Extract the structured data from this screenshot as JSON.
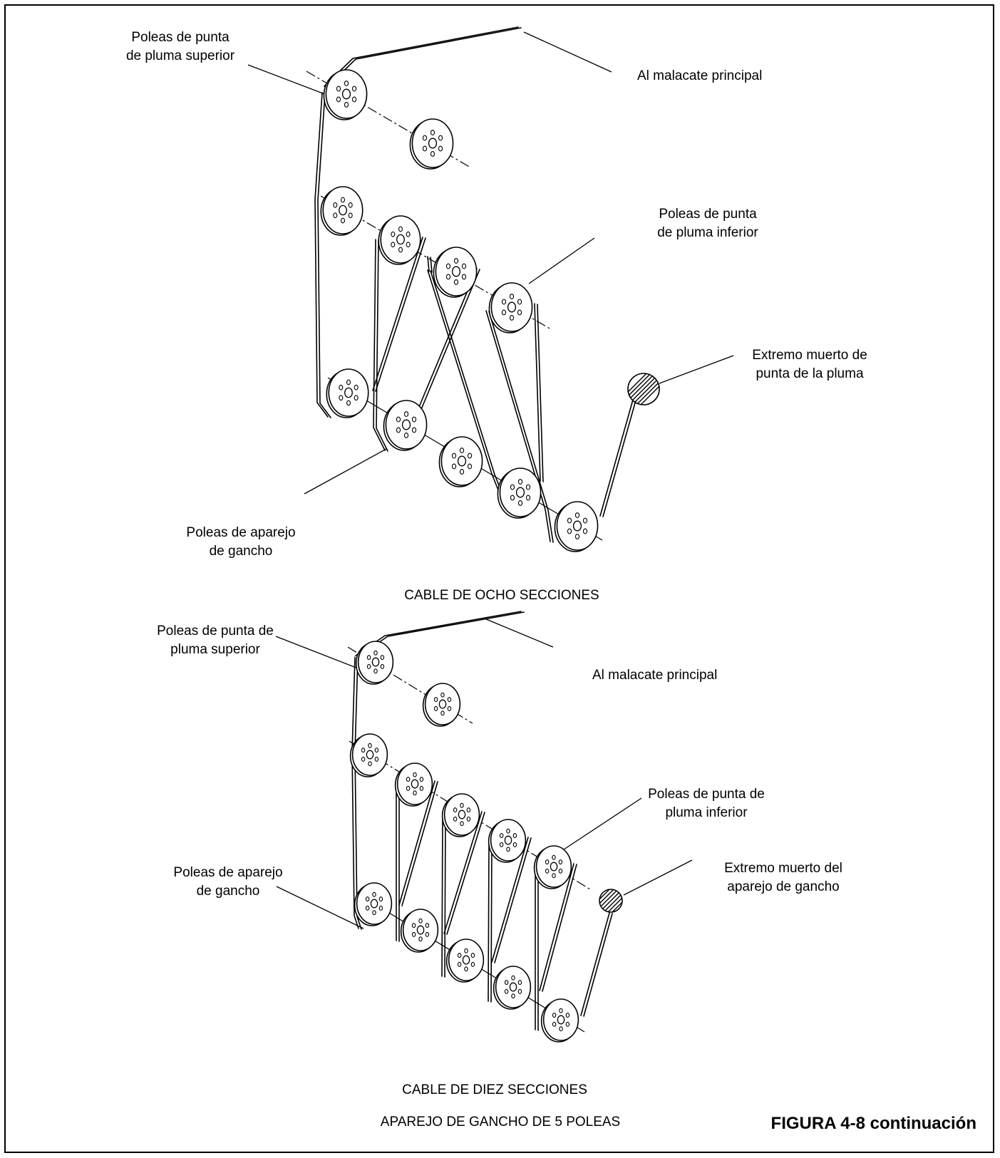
{
  "diagram_top": {
    "label_upper_sheaves": [
      "Poleas de punta",
      "de pluma superior"
    ],
    "label_main_hoist": "Al malacate principal",
    "label_lower_sheaves": [
      "Poleas de punta",
      "de pluma inferior"
    ],
    "label_dead_end": [
      "Extremo muerto de",
      "punta de la pluma"
    ],
    "label_hook_block": [
      "Poleas de aparejo",
      "de gancho"
    ],
    "caption": "CABLE DE OCHO SECCIONES"
  },
  "diagram_bottom": {
    "label_upper_sheaves": [
      "Poleas de punta de",
      "pluma superior"
    ],
    "label_main_hoist": "Al malacate principal",
    "label_lower_sheaves": [
      "Poleas de punta de",
      "pluma inferior"
    ],
    "label_hook_block": [
      "Poleas de aparejo",
      "de gancho"
    ],
    "label_dead_end": [
      "Extremo muerto del",
      "aparejo de gancho"
    ],
    "caption_1": "CABLE DE DIEZ SECCIONES",
    "caption_2": "APAREJO DE GANCHO DE 5 POLEAS"
  },
  "figure_label": "FIGURA 4-8 continuación"
}
